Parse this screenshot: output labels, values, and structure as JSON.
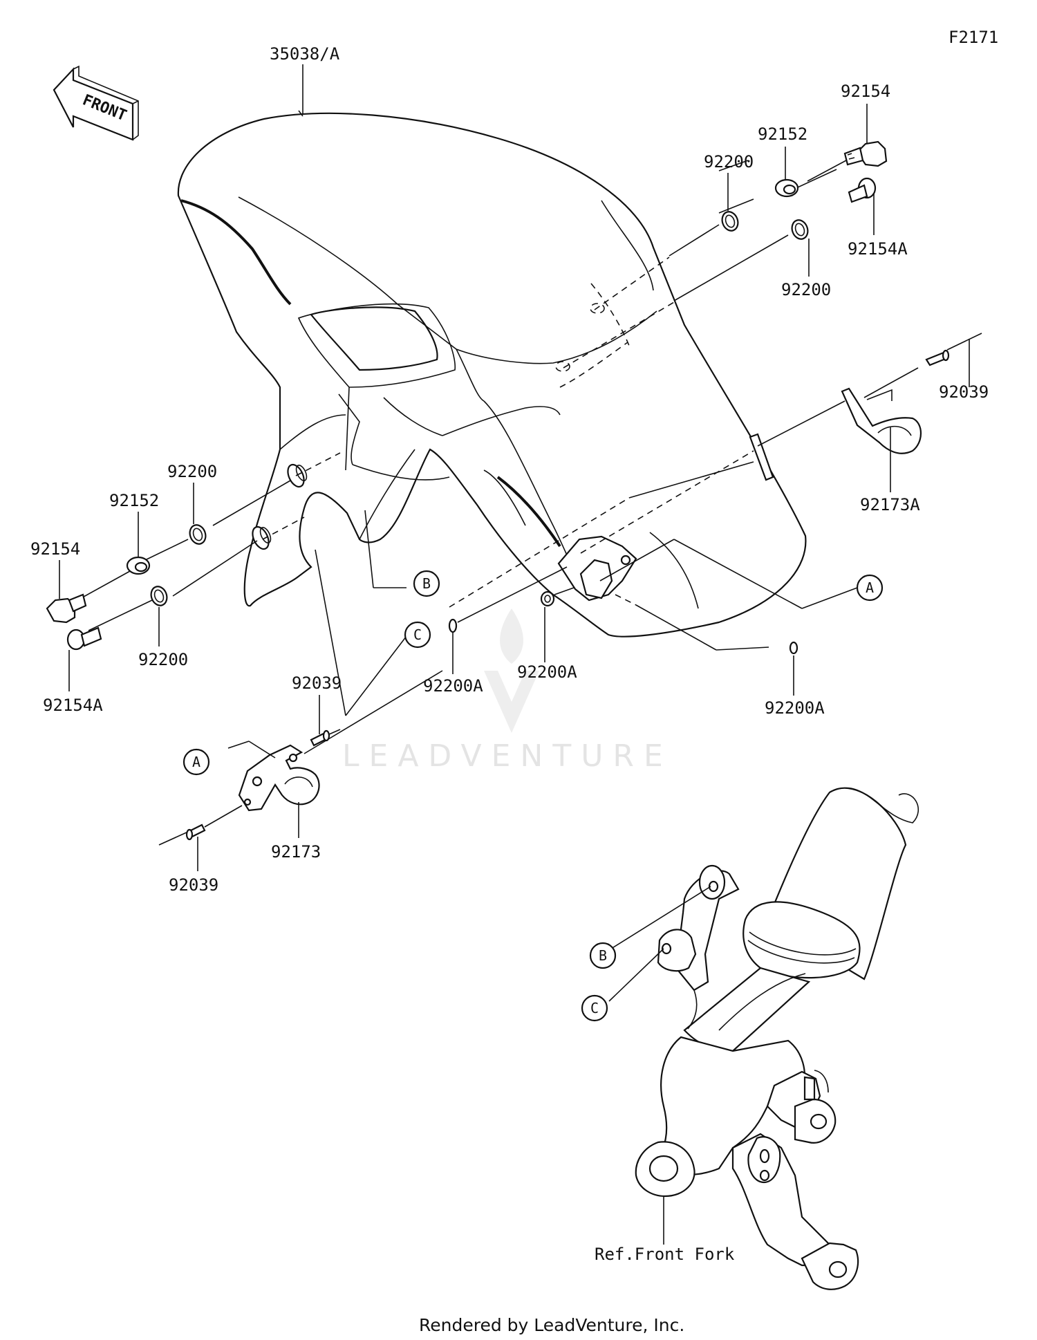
{
  "figure_code": "F2171",
  "front_arrow_label": "FRONT",
  "watermark": "LEADVENTURE",
  "footer": "Rendered by LeadVenture, Inc.",
  "ref_label": "Ref.Front Fork",
  "callouts": {
    "p35038A": "35038/A",
    "p92154_tr": "92154",
    "p92152_tr": "92152",
    "p92200_tr": "92200",
    "p92154A_tr": "92154A",
    "p92200_tr2": "92200",
    "p92039_r": "92039",
    "p92173A": "92173A",
    "p92200_l": "92200",
    "p92152_l": "92152",
    "p92154_l": "92154",
    "p92200_l2": "92200",
    "p92154A_l": "92154A",
    "p92200A_1": "92200A",
    "p92200A_2": "92200A",
    "p92200A_3": "92200A",
    "p92039_m": "92039",
    "p92173": "92173",
    "p92039_b": "92039"
  },
  "ref_markers": {
    "a_right": "A",
    "b_mid": "B",
    "c_mid": "C",
    "a_left": "A",
    "b_fork": "B",
    "c_fork": "C"
  }
}
